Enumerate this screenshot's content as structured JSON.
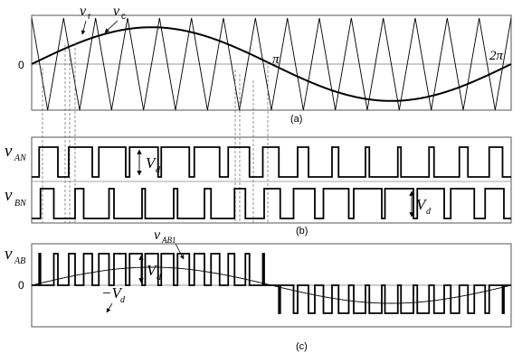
{
  "colors": {
    "waveform": "#000000",
    "frame": "#555555",
    "axis": "#777777",
    "guide": "#666666",
    "background": "#ffffff"
  },
  "panel_a": {
    "carrier_label": "v",
    "carrier_sub": "r",
    "control_label": "v",
    "control_sub": "c",
    "zero_label": "0",
    "pi_label": "π",
    "two_pi_label": "2π",
    "caption": "(a)",
    "carrier_cycles": 15,
    "control_amplitude": 0.8
  },
  "panel_b": {
    "van_label": "v",
    "van_sub": "AN",
    "vbn_label": "v",
    "vbn_sub": "BN",
    "vd_label": "V",
    "vd_sub": "d",
    "caption": "(b)"
  },
  "panel_c": {
    "vab_label": "v",
    "vab_sub": "AB",
    "fund_label": "v",
    "fund_sub": "AB1",
    "zero_label": "0",
    "vd_label": "V",
    "vd_sub": "d",
    "neg_vd_label": "−V",
    "neg_vd_sub": "d",
    "caption": "(c)"
  }
}
